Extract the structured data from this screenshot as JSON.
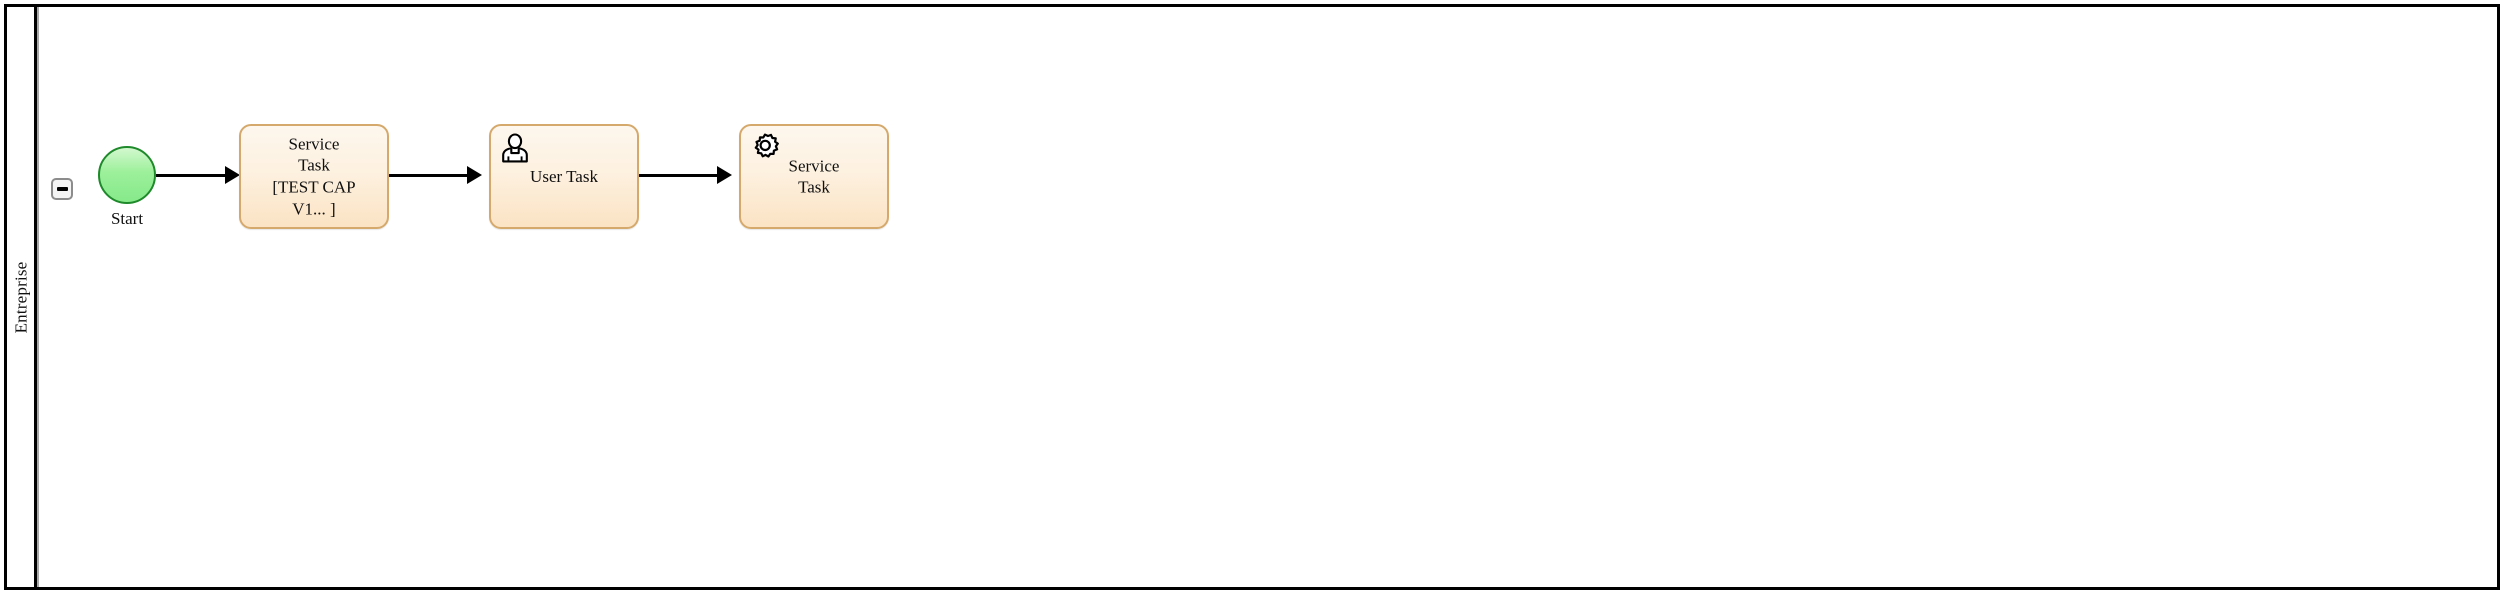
{
  "diagram": {
    "type": "bpmn-process",
    "pool": {
      "lane_label": "Entreprise",
      "collapse_toggle": {
        "icon": "minus-icon",
        "state": "expanded",
        "label": "−"
      }
    },
    "nodes": [
      {
        "id": "start-event",
        "type": "start-event",
        "label": "Start",
        "icon": "start-circle-icon",
        "fill": "#9cf09a",
        "stroke": "#1f8a2b"
      },
      {
        "id": "service-task-1",
        "type": "service-task",
        "icon": "none",
        "label_lines": [
          "Service",
          "Task",
          "[TEST CAP",
          "V1... ]"
        ],
        "fill": "#fdf1e0",
        "stroke": "#d5a96c"
      },
      {
        "id": "user-task-1",
        "type": "user-task",
        "icon": "user-icon",
        "label_lines": [
          "User Task"
        ],
        "fill": "#fdf1e0",
        "stroke": "#d5a96c"
      },
      {
        "id": "service-task-2",
        "type": "service-task",
        "icon": "gear-icon",
        "label_lines": [
          "Service",
          "Task"
        ],
        "fill": "#fdf1e0",
        "stroke": "#d5a96c"
      }
    ],
    "flows": [
      {
        "id": "flow-1",
        "from": "start-event",
        "to": "service-task-1",
        "type": "sequence-flow"
      },
      {
        "id": "flow-2",
        "from": "service-task-1",
        "to": "user-task-1",
        "type": "sequence-flow"
      },
      {
        "id": "flow-3",
        "from": "user-task-1",
        "to": "service-task-2",
        "type": "sequence-flow"
      }
    ],
    "colors": {
      "pool_border": "#000000",
      "lane_divider": "#a8a8a8",
      "task_border": "#d5a96c",
      "task_fill_top": "#fdf7ee",
      "task_fill_bottom": "#fbe3c4",
      "event_border": "#1f8a2b",
      "event_fill": "#9cf09a",
      "flow_stroke": "#000000",
      "text": "#101010"
    }
  }
}
